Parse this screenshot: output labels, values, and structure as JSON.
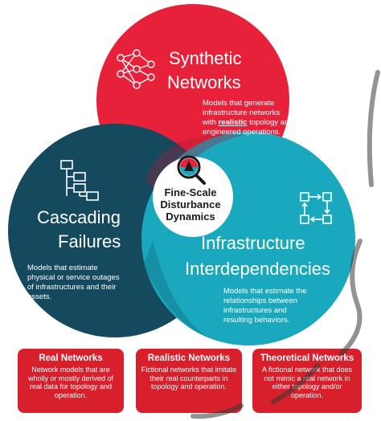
{
  "circles": {
    "synthetic": {
      "title_line1": "Synthetic",
      "title_line2": "Networks",
      "desc_line1": "Models that generate",
      "desc_line2": "infrastructure networks",
      "desc_with": "with",
      "desc_realistic": "realistic",
      "desc_line3_rest": "topology and",
      "desc_line4": "engineered operations.",
      "icon": "neural-network-icon",
      "color": "#e8213a"
    },
    "cascading": {
      "title_line1": "Cascading",
      "title_line2": "Failures",
      "desc_line1": "Models that estimate",
      "desc_line2": "physical or service outages",
      "desc_line3": "of infrastructures and their",
      "desc_line4": "assets.",
      "icon": "hierarchy-icon",
      "color": "#154a5e"
    },
    "infrastructure": {
      "title_line1": "Infrastructure",
      "title_line2": "Interdependencies",
      "desc_line1": "Models that estimate the",
      "desc_line2": "relationships between",
      "desc_line3": "infrastructures and",
      "desc_line4": "resulting behaviors.",
      "icon": "cycle-arrows-icon",
      "color": "#19a8bd"
    },
    "center": {
      "line1": "Fine-Scale",
      "line2": "Disturbance",
      "line3": "Dynamics",
      "icon": "magnifier-icon"
    }
  },
  "cards": [
    {
      "title": "Real Networks",
      "desc": "Network models that are wholly or mostly derived of real data for topology and operation."
    },
    {
      "title": "Realistic Networks",
      "desc": "Fictional networks that imitate their real counterparts in topology and operation."
    },
    {
      "title": "Theoretical Networks",
      "desc": "A fictional network that does not mimic a real network in either topology and/or operation."
    }
  ]
}
